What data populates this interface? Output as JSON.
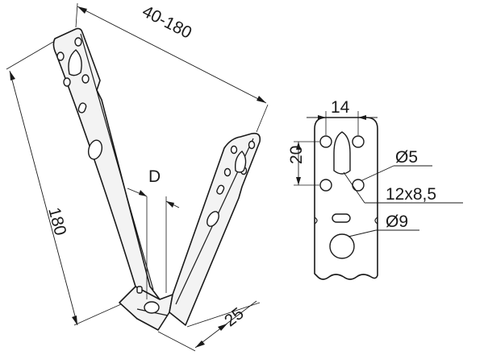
{
  "dimensions": {
    "span": "40-180",
    "height": "180",
    "depth": "D",
    "width": "25",
    "hole_spacing_h": "14",
    "hole_spacing_v": "20",
    "small_hole": "Ø5",
    "slot": "12x8,5",
    "large_hole": "Ø9"
  }
}
